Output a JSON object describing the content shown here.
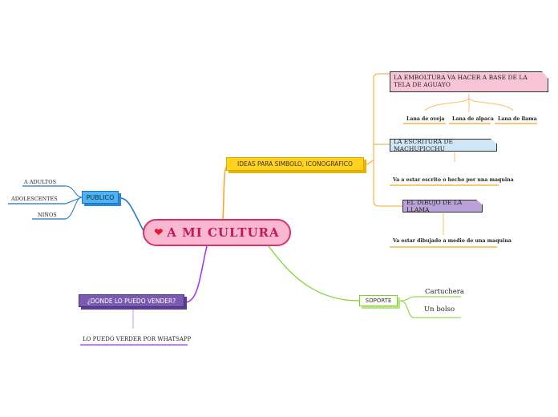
{
  "central": {
    "label": "A MI CULTURA",
    "icon": "heart-icon"
  },
  "topics": {
    "ideas": {
      "label": "IDEAS PARA SIMBOLO, ICONOGRAFICO"
    },
    "publico": {
      "label": "PUBLICO"
    },
    "donde": {
      "label": "¿DONDE LO PUEDO VENDER?"
    },
    "soporte": {
      "label": "SOPORTE"
    }
  },
  "ideas_children": {
    "emboltura": {
      "label": "LA EMBOLTURA VA HACER A BASE DE LA TELA DE AGUAYO",
      "children": [
        "Lana de oveja",
        "Lana de alpaca",
        "Lana de llama"
      ]
    },
    "escritura": {
      "label": "LA ESCRITURA DE MACHUPICCHU",
      "child": "Va a estar escrito o hecho por una maquina"
    },
    "dibujo": {
      "label": "EL DIBUJO DE LA LLAMA",
      "child": "Va estar dibujado a medio de una maquina"
    }
  },
  "publico_children": [
    "A ADULTOS",
    "ADOLESCENTES",
    "NIÑOS"
  ],
  "donde_children": [
    "LO PUEDO VERDER POR WHATSAPP"
  ],
  "soporte_children": [
    "Cartuchera",
    "Un bolso"
  ],
  "colors": {
    "central_fill": "#f9b8d0",
    "central_border": "#d6336c",
    "ideas": "#ffd21f",
    "publico": "#4fb3f0",
    "donde": "#7a5bb0",
    "soporte": "#7ed321",
    "orange_line": "#f5a623",
    "blue_line": "#1a73c7",
    "purple_line": "#9b30ff",
    "green_line": "#7ed321"
  }
}
